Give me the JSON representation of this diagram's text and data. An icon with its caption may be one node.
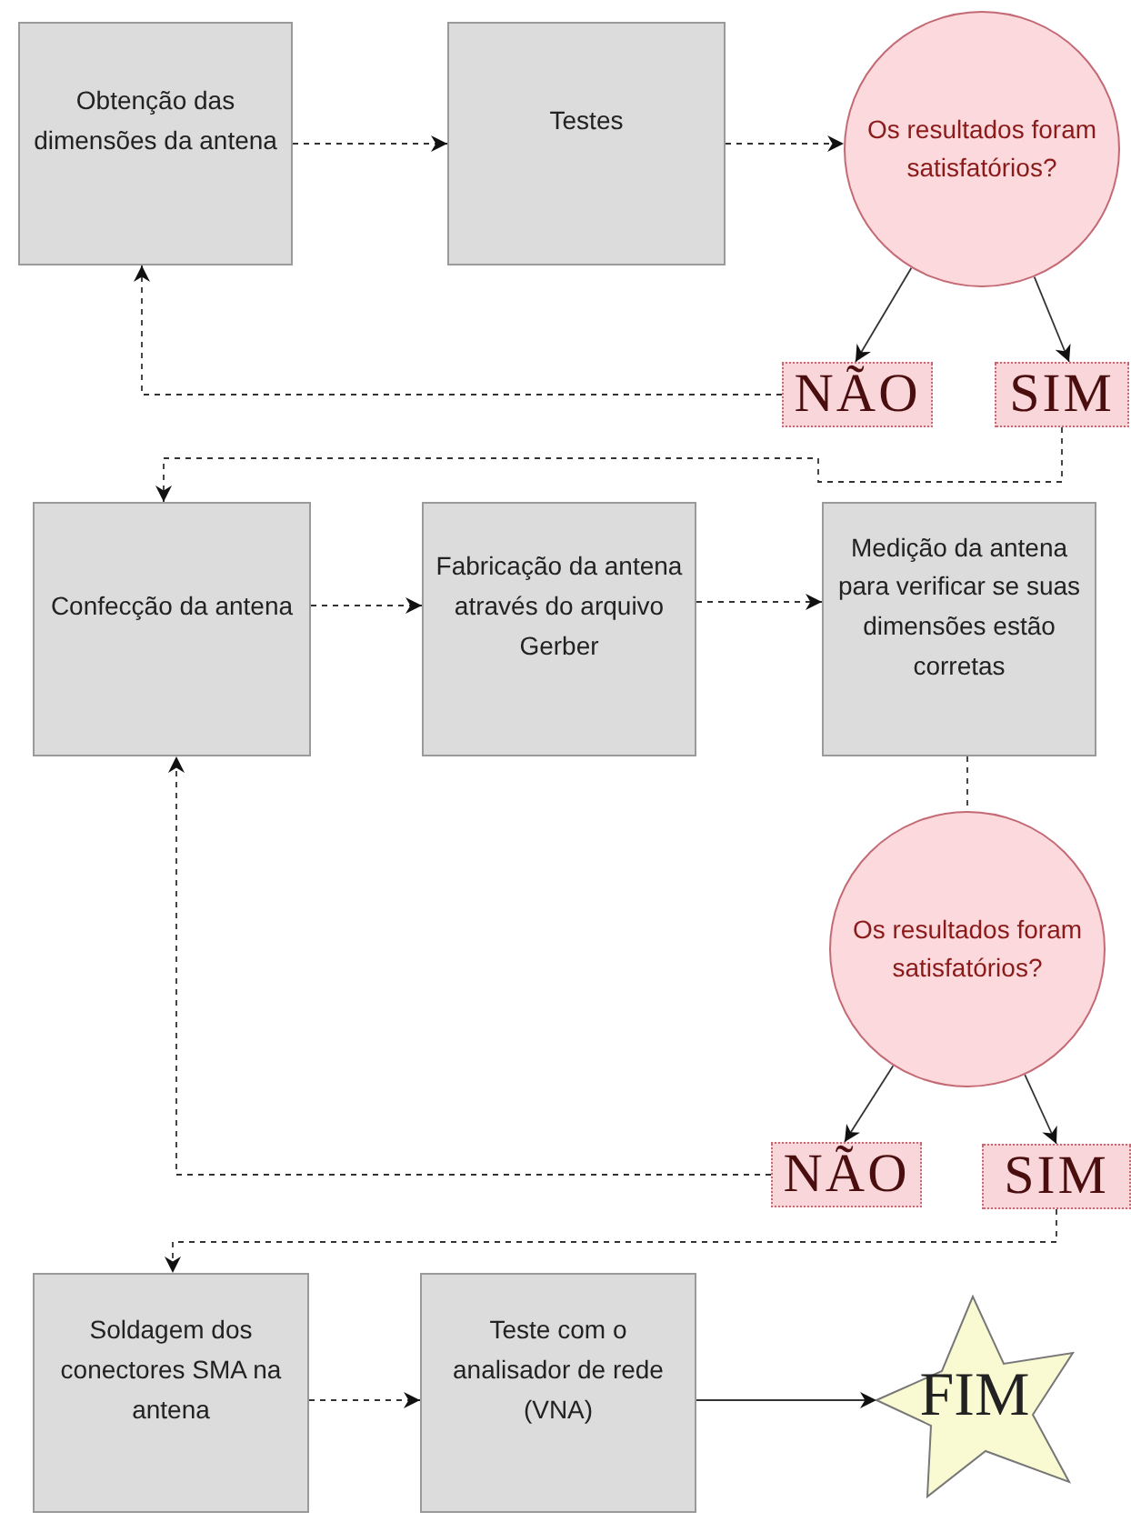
{
  "diagram": {
    "nodes": [
      {
        "text": [
          "Obtenção das dimensões da antena"
        ]
      },
      {
        "text": [
          "Testes"
        ]
      },
      {
        "text": [
          "Os resultados foram satisfatórios?"
        ]
      },
      {
        "text": [
          "NÃO"
        ]
      },
      {
        "text": [
          "SIM"
        ]
      },
      {
        "text": [
          "Confecção da antena"
        ]
      },
      {
        "text": [
          "Fabricação da antena através do arquivo Gerber"
        ]
      },
      {
        "text": [
          "Medição da antena para verificar se suas dimensões estão corretas"
        ]
      },
      {
        "text": [
          "Os resultados foram satisfatórios?"
        ]
      },
      {
        "text": [
          "NÃO"
        ]
      },
      {
        "text": [
          "SIM"
        ]
      },
      {
        "text": [
          "Soldagem dos conectores SMA na antena"
        ]
      },
      {
        "text": [
          "Teste com o analisador de rede (VNA)"
        ]
      },
      {
        "text": [
          "FIM"
        ]
      }
    ],
    "edges": [
      {
        "from": 0,
        "to": 1,
        "arrow": "to",
        "style": "dashed"
      },
      {
        "from": 1,
        "to": 2,
        "arrow": "to",
        "style": "dashed"
      },
      {
        "from": 2,
        "to": 3,
        "arrow": "to"
      },
      {
        "from": 2,
        "to": 4,
        "arrow": "to"
      },
      {
        "from": 3,
        "to": 0,
        "arrow": "to",
        "style": "dashed"
      },
      {
        "from": 4,
        "to": 5,
        "arrow": "to",
        "style": "dashed"
      },
      {
        "from": 5,
        "to": 6,
        "arrow": "to",
        "style": "dashed"
      },
      {
        "from": 6,
        "to": 7,
        "arrow": "to",
        "style": "dashed"
      },
      {
        "from": 7,
        "to": 8,
        "arrow": "none",
        "style": "dashed"
      },
      {
        "from": 8,
        "to": 9,
        "arrow": "to"
      },
      {
        "from": 8,
        "to": 10,
        "arrow": "to"
      },
      {
        "from": 9,
        "to": 5,
        "arrow": "to",
        "style": "dashed"
      },
      {
        "from": 10,
        "to": 11,
        "arrow": "to",
        "style": "dashed"
      },
      {
        "from": 11,
        "to": 12,
        "arrow": "to",
        "style": "dashed"
      },
      {
        "from": 12,
        "to": 13,
        "arrow": "to"
      }
    ]
  }
}
